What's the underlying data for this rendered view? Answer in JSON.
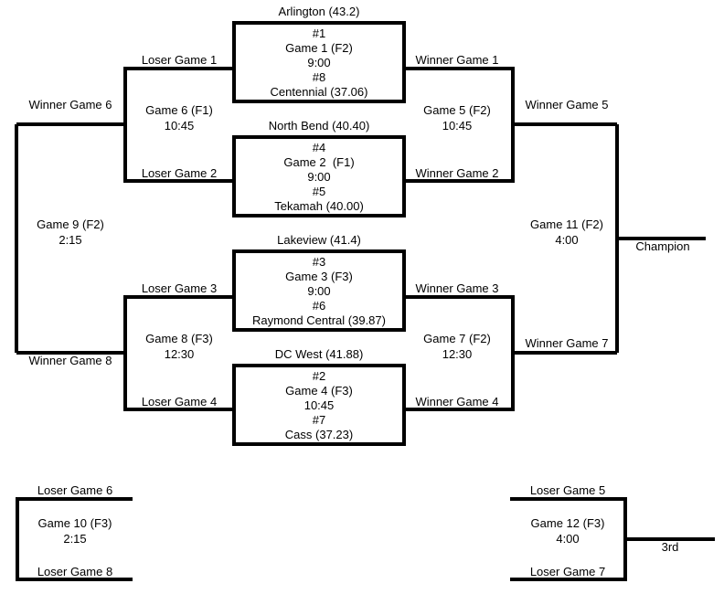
{
  "meta": {
    "title": "Double Elimination Tournament Bracket",
    "line_color": "#000000",
    "background_color": "#FFFFFF",
    "text_color": "#000000"
  },
  "round1_games": [
    {
      "id": "game1",
      "top_team": "Arlington (43.2)",
      "top_seed": "#1",
      "game_label": "Game 1 (F2)",
      "time": "9:00",
      "bottom_seed": "#8",
      "bottom_team": "Centennial (37.06)"
    },
    {
      "id": "game2",
      "top_team": "North Bend (40.40)",
      "top_seed": "#4",
      "game_label": "Game 2  (F1)",
      "time": "9:00",
      "bottom_seed": "#5",
      "bottom_team": "Tekamah (40.00)"
    },
    {
      "id": "game3",
      "top_team": "Lakeview (41.4)",
      "top_seed": "#3",
      "game_label": "Game 3 (F3)",
      "time": "9:00",
      "bottom_seed": "#6",
      "bottom_team": "Raymond Central (39.87)"
    },
    {
      "id": "game4",
      "top_team": "DC West (41.88)",
      "top_seed": "#2",
      "game_label": "Game 4 (F3)",
      "time": "10:45",
      "bottom_seed": "#7",
      "bottom_team": "Cass (37.23)"
    }
  ],
  "losers_bracket": {
    "game6": {
      "label": "Game 6 (F1)",
      "time": "10:45",
      "top_feed": "Loser Game 1",
      "bottom_feed": "Loser Game 2",
      "output": "Winner Game 6"
    },
    "game8": {
      "label": "Game 8 (F3)",
      "time": "12:30",
      "top_feed": "Loser Game 3",
      "bottom_feed": "Loser Game 4",
      "output": "Winner Game 8"
    },
    "game9": {
      "label": "Game 9 (F2)",
      "time": "2:15",
      "top_feed": "Winner Game 6",
      "bottom_feed": "Winner Game 8"
    },
    "game10": {
      "label": "Game 10 (F3)",
      "time": "2:15",
      "top_feed": "Loser Game 6",
      "bottom_feed": "Loser Game 8"
    }
  },
  "winners_bracket": {
    "game5": {
      "label": "Game 5 (F2)",
      "time": "10:45",
      "top_feed": "Winner Game 1",
      "bottom_feed": "Winner Game 2",
      "output": "Winner Game 5"
    },
    "game7": {
      "label": "Game 7 (F2)",
      "time": "12:30",
      "top_feed": "Winner Game 3",
      "bottom_feed": "Winner Game 4",
      "output": "Winner Game 7"
    },
    "game11": {
      "label": "Game 11 (F2)",
      "time": "4:00",
      "top_feed": "Winner Game 5",
      "bottom_feed": "Winner Game 7",
      "output": "Champion"
    },
    "game12": {
      "label": "Game 12 (F3)",
      "time": "4:00",
      "top_feed": "Loser Game 5",
      "bottom_feed": "Loser Game 7",
      "output": "3rd"
    }
  }
}
